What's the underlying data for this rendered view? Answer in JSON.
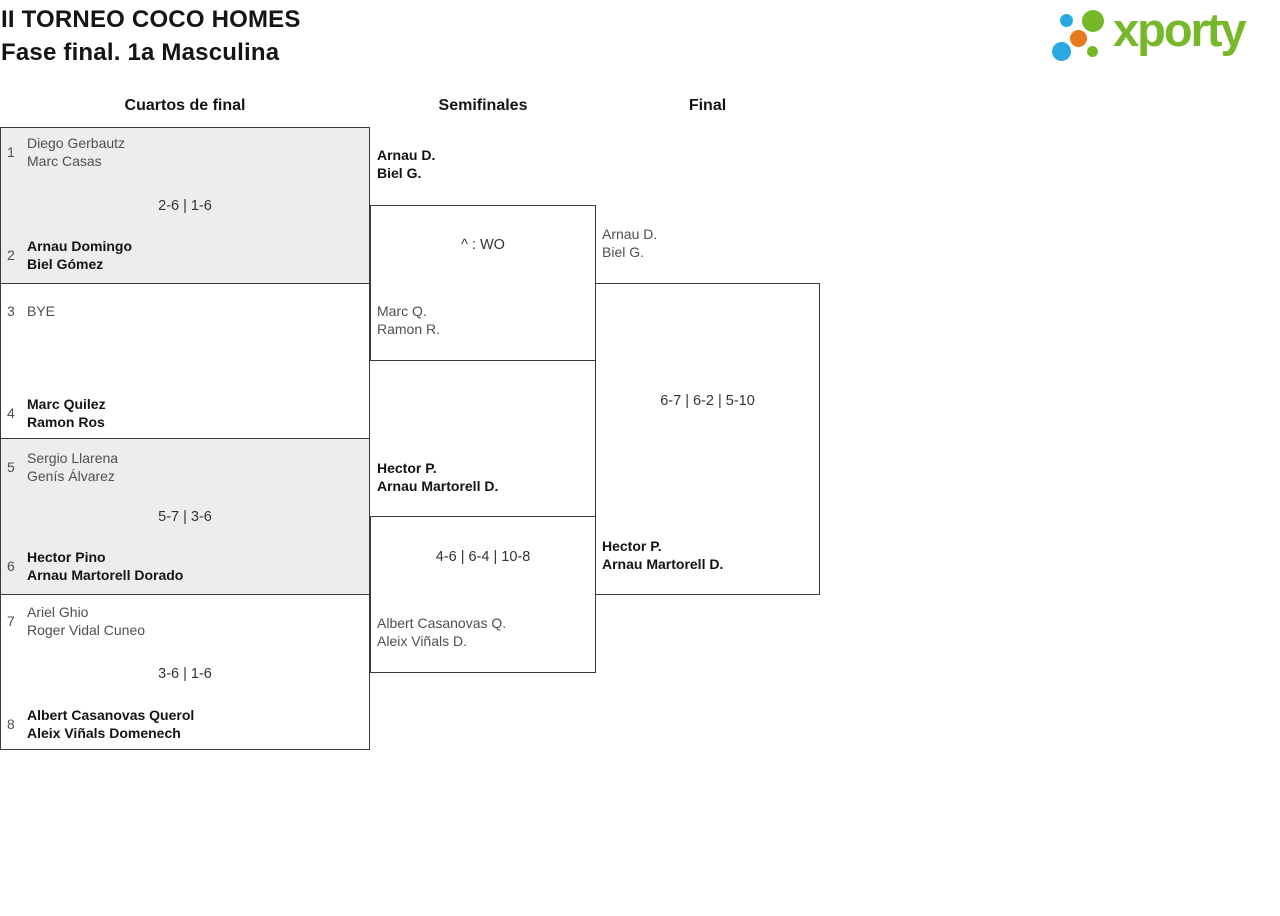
{
  "header": {
    "title_line1": "II TORNEO COCO HOMES",
    "title_line2": "Fase final. 1a Masculina"
  },
  "logo": {
    "wordmark": "xporty",
    "colors": {
      "green": "#76b82a",
      "blue": "#29a9e0",
      "orange": "#e8791d"
    }
  },
  "round_headers": {
    "quarterfinals": "Cuartos de final",
    "semifinals": "Semifinales",
    "final": "Final"
  },
  "matches": {
    "qf1": {
      "seed_a": "1",
      "a1": "Diego Gerbautz",
      "a2": "Marc Casas",
      "score": "2-6 | 1-6",
      "seed_b": "2",
      "b1": "Arnau Domingo",
      "b2": "Biel Gómez"
    },
    "qf2": {
      "seed_a": "3",
      "a1": "BYE",
      "a2": "",
      "score": "",
      "seed_b": "4",
      "b1": "Marc Quilez",
      "b2": "Ramon Ros"
    },
    "qf3": {
      "seed_a": "5",
      "a1": "Sergio Llarena",
      "a2": "Genís Álvarez",
      "score": "5-7 | 3-6",
      "seed_b": "6",
      "b1": "Hector Pino",
      "b2": "Arnau Martorell Dorado"
    },
    "qf4": {
      "seed_a": "7",
      "a1": "Ariel Ghio",
      "a2": "Roger Vidal Cuneo",
      "score": "3-6 | 1-6",
      "seed_b": "8",
      "b1": "Albert Casanovas Querol",
      "b2": "Aleix Viñals Domenech"
    },
    "sf1": {
      "a1": "Arnau D.",
      "a2": "Biel G.",
      "score": "^ : WO",
      "b1": "Marc Q.",
      "b2": "Ramon R."
    },
    "sf2": {
      "a1": "Hector P.",
      "a2": "Arnau Martorell D.",
      "score": "4-6 | 6-4 | 10-8",
      "b1": "Albert Casanovas Q.",
      "b2": "Aleix Viñals D."
    },
    "final": {
      "a1": "Arnau D.",
      "a2": "Biel G.",
      "score": "6-7 | 6-2 | 5-10",
      "b1": "Hector P.",
      "b2": "Arnau Martorell D."
    }
  },
  "colors": {
    "box_shaded": "#ededed",
    "border": "#3a3a3a",
    "text_winner": "#141414",
    "text_loser": "#4f4f4f"
  }
}
